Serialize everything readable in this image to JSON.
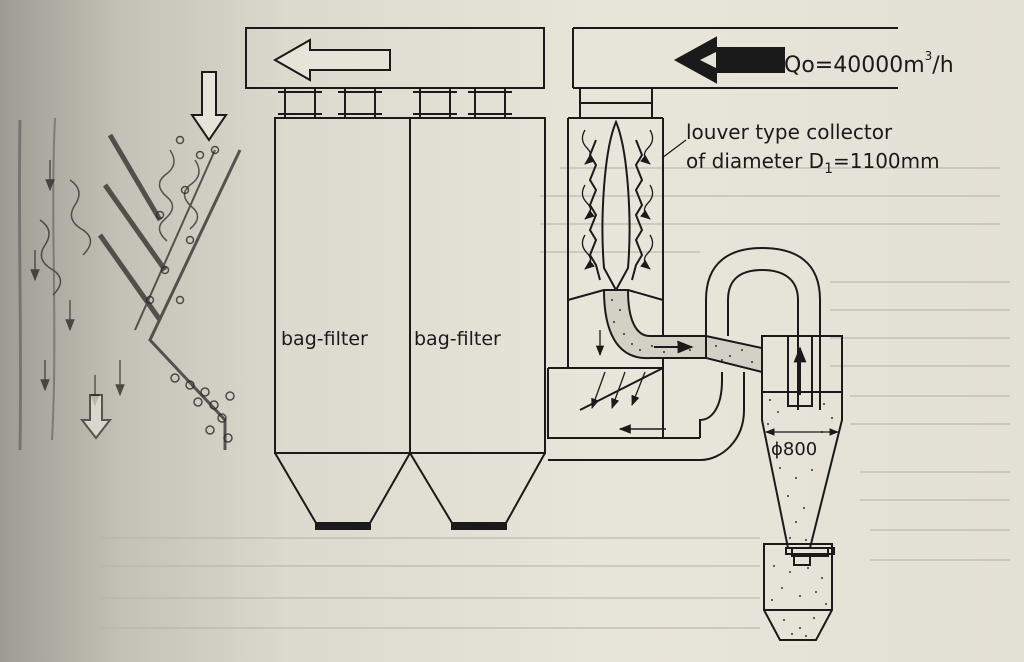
{
  "flow": {
    "q_symbol": "Qo",
    "q_value": "=40000",
    "q_unit": "m",
    "q_exp": "3",
    "q_unit_tail": "/h"
  },
  "collector": {
    "line1": "louver type collector",
    "line2_prefix": "of diameter D",
    "line2_sub": "1",
    "line2_value": "=1100mm"
  },
  "bag_filters": [
    "bag-filter",
    "bag-filter"
  ],
  "cyclone": {
    "diameter_label": "ϕ800"
  },
  "colors": {
    "ink": "#1a1a1a",
    "paper": "#e6e3d8",
    "dots": "#333333"
  }
}
